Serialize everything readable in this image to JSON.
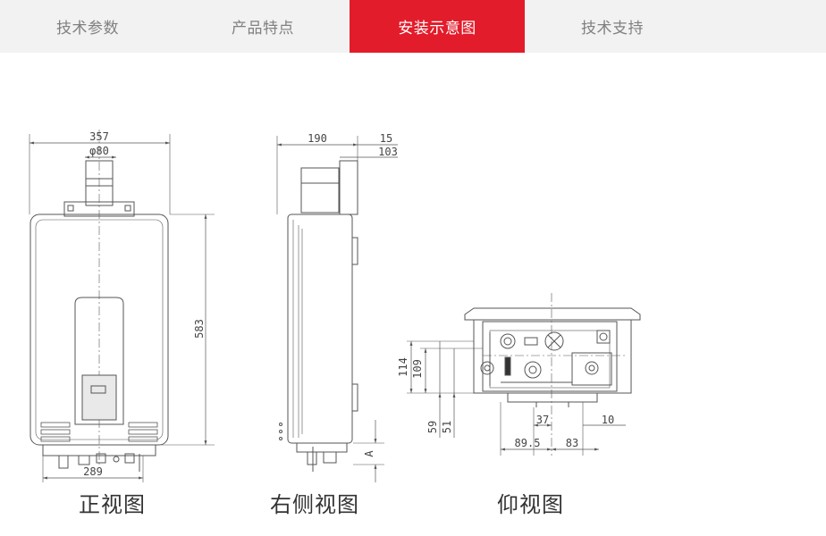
{
  "tabs": [
    {
      "label": "技术参数",
      "active": false
    },
    {
      "label": "产品特点",
      "active": false
    },
    {
      "label": "安装示意图",
      "active": true
    },
    {
      "label": "技术支持",
      "active": false
    }
  ],
  "colors": {
    "accent": "#e21c2b",
    "tab_bg": "#f2f2f2",
    "line": "#555555"
  },
  "front_view": {
    "caption": "正视图",
    "dim_width": "357",
    "dim_flue": "φ80",
    "dim_height": "583",
    "dim_bottom": "289"
  },
  "side_view": {
    "caption": "右侧视图",
    "dim_depth": "190",
    "dim_offset_a": "15",
    "dim_offset_b": "103",
    "dim_a": "A"
  },
  "bottom_view": {
    "caption": "仰视图",
    "dim_114": "114",
    "dim_109": "109",
    "dim_59": "59",
    "dim_51": "51",
    "dim_37": "37",
    "dim_10": "10",
    "dim_89_5": "89.5",
    "dim_83": "83"
  }
}
